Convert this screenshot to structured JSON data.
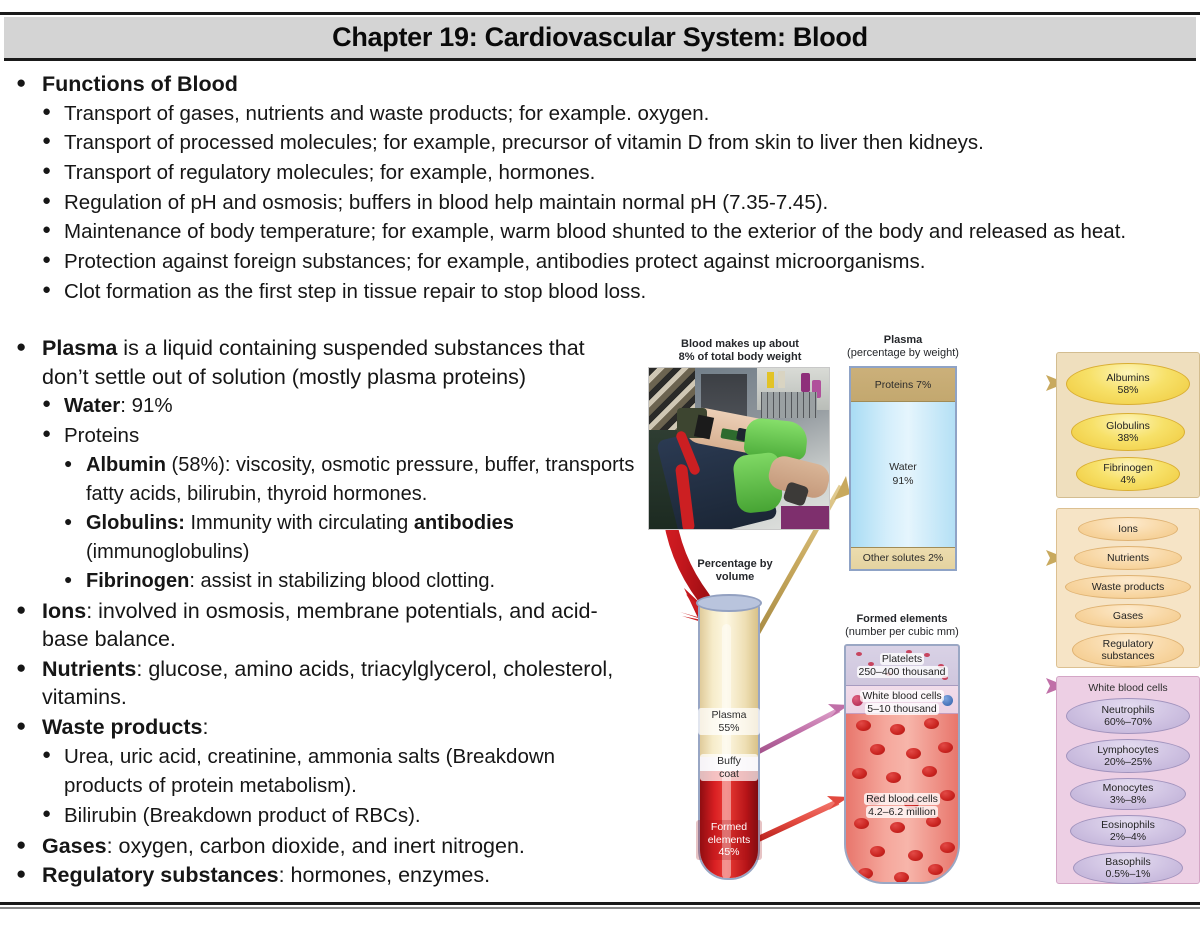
{
  "slide": {
    "title": "Chapter 19: Cardiovascular System:  Blood"
  },
  "outline": {
    "functions_heading": "Functions of Blood",
    "functions": [
      "Transport of gases, nutrients and waste products; for example. oxygen.",
      "Transport of processed molecules; for example, precursor of vitamin D from skin to liver then kidneys.",
      "Transport of regulatory molecules; for example, hormones.",
      "Regulation of pH and osmosis; buffers in blood help maintain normal pH (7.35-7.45).",
      "Maintenance of body temperature; for example, warm blood shunted to the exterior of the body and released as heat.",
      "Protection against foreign substances; for example, antibodies protect against microorganisms.",
      "Clot formation as the first step in tissue repair to stop blood loss."
    ],
    "plasma": {
      "term": "Plasma",
      "rest": " is a liquid containing suspended substances that don’t settle out of solution (mostly plasma proteins)",
      "water_term": "Water",
      "water_rest": ": 91%",
      "proteins_label": "Proteins",
      "albumin_term": "Albumin",
      "albumin_rest": " (58%): viscosity, osmotic pressure, buffer, transports fatty acids, bilirubin, thyroid hormones.",
      "globulins_term": "Globulins:",
      "globulins_mid": " Immunity with circulating ",
      "globulins_bold": "antibodies",
      "globulins_tail": " (immunoglobulins)",
      "fibrinogen_term": "Fibrinogen",
      "fibrinogen_rest": ": assist in stabilizing blood clotting."
    },
    "ions_term": "Ions",
    "ions_rest": ": involved in osmosis, membrane potentials, and acid-base balance.",
    "nutrients_term": "Nutrients",
    "nutrients_rest": ": glucose, amino acids, triacylglycerol, cholesterol, vitamins.",
    "waste_term": "Waste products",
    "waste_rest": ":",
    "waste_sub": [
      "Urea, uric acid, creatinine, ammonia salts (Breakdown products of protein metabolism).",
      "Bilirubin (Breakdown product of RBCs)."
    ],
    "gases_term": "Gases",
    "gases_rest": ": oxygen, carbon dioxide, and inert nitrogen.",
    "regulatory_term": "Regulatory substances",
    "regulatory_rest": ": hormones, enzymes."
  },
  "figure": {
    "photo_caption_line1": "Blood makes up about",
    "photo_caption_line2": "8% of total body weight",
    "tube_caption_line1": "Percentage by",
    "tube_caption_line2": "volume",
    "tube": {
      "plasma_label": "Plasma",
      "plasma_value": "55%",
      "buffy_line1": "Buffy",
      "buffy_line2": "coat",
      "formed_line1": "Formed",
      "formed_line2": "elements",
      "formed_value": "45%"
    },
    "plasma_column": {
      "title": "Plasma",
      "subtitle": "(percentage by weight)",
      "proteins": "Proteins 7%",
      "water_label": "Water",
      "water_value": "91%",
      "other": "Other solutes 2%"
    },
    "formed_column": {
      "title": "Formed elements",
      "subtitle": "(number per cubic mm)",
      "platelets_label": "Platelets",
      "platelets_value": "250–400 thousand",
      "wbc_label": "White blood cells",
      "wbc_value": "5–10 thousand",
      "rbc_label": "Red blood cells",
      "rbc_value": "4.2–6.2 million"
    },
    "proteins_panel": [
      {
        "name": "Albumins",
        "value": "58%"
      },
      {
        "name": "Globulins",
        "value": "38%"
      },
      {
        "name": "Fibrinogen",
        "value": "4%"
      }
    ],
    "solutes_panel": [
      {
        "name": "Ions",
        "value": ""
      },
      {
        "name": "Nutrients",
        "value": ""
      },
      {
        "name": "Waste products",
        "value": ""
      },
      {
        "name": "Gases",
        "value": ""
      },
      {
        "name": "Regulatory",
        "value": "substances"
      }
    ],
    "wbc_panel_title": "White blood cells",
    "wbc_panel": [
      {
        "name": "Neutrophils",
        "value": "60%–70%"
      },
      {
        "name": "Lymphocytes",
        "value": "20%–25%"
      },
      {
        "name": "Monocytes",
        "value": "3%–8%"
      },
      {
        "name": "Eosinophils",
        "value": "2%–4%"
      },
      {
        "name": "Basophils",
        "value": "0.5%–1%"
      }
    ]
  },
  "colors": {
    "title_bar": "#d4d4d4",
    "gold_arrow": "#c8a95e",
    "pink_arrow": "#c070a8",
    "red_arrow": "#cc1f22",
    "panel_gold": "#efdfbe",
    "panel_orange": "#f6e4c6",
    "panel_purple": "#edcfe4"
  }
}
